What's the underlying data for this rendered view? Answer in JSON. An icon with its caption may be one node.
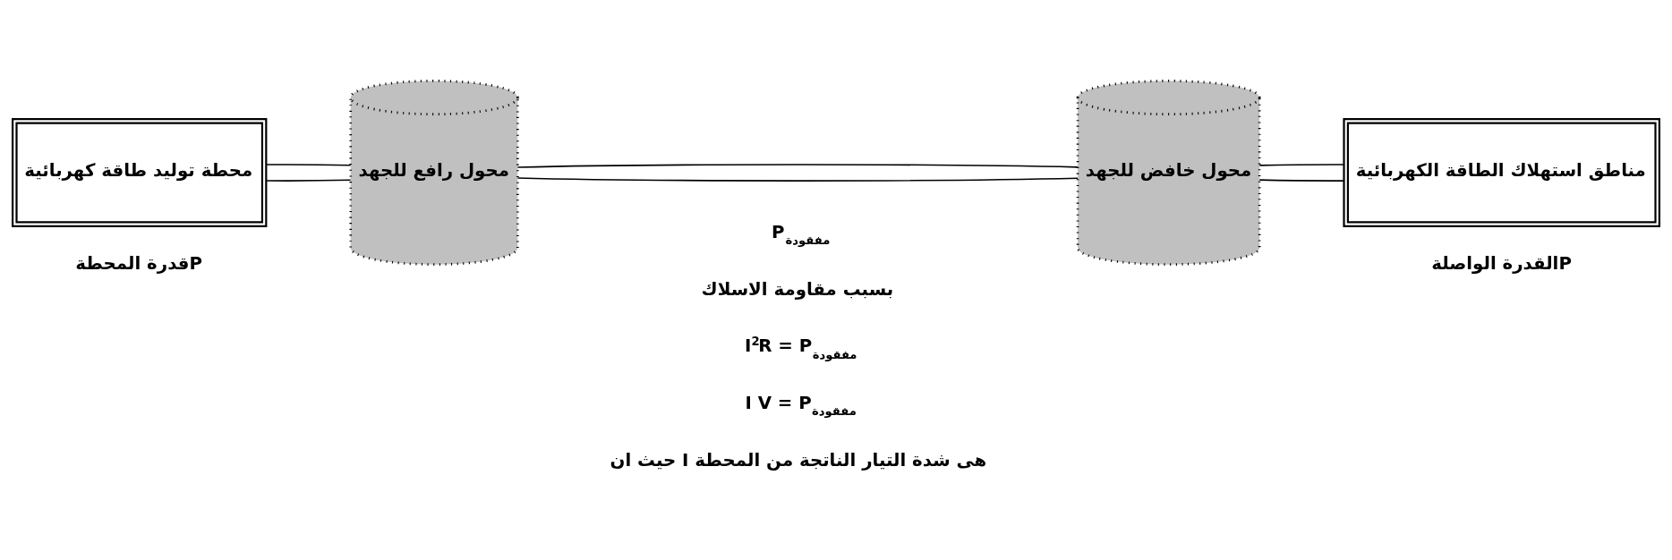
{
  "diagram": {
    "nodes": [
      {
        "text": [
          "محطة توليد طاقة كهربائية"
        ],
        "beside": [
          "قدرة المحطةP"
        ]
      },
      {
        "text": [
          "محول رافع للجهد"
        ]
      },
      {
        "text": [
          "محول خافض للجهد"
        ]
      },
      {
        "text": [
          "مناطق استهلاك الطاقة الكهربائية"
        ],
        "beside": [
          "القدرة الواصلةP"
        ]
      }
    ],
    "edges": [
      {
        "from": 0,
        "to": 1,
        "arrow": "none"
      },
      {
        "from": 0,
        "to": 1,
        "arrow": "none"
      },
      {
        "from": 1,
        "to": 2,
        "arrow": "none"
      },
      {
        "from": 1,
        "to": 2,
        "arrow": "none"
      },
      {
        "from": 2,
        "to": 3,
        "arrow": "none"
      },
      {
        "from": 2,
        "to": 3,
        "arrow": "none"
      }
    ],
    "labels": [
      "P$_{مفقودة}$",
      "بسبب مقاومة الاسلاك",
      "I$^{2}$R = P$_{مفقودة}$",
      "I V = P$_{مفقودة}$",
      "حيث ان I هى شدة التيار الناتجة من المحطة"
    ]
  }
}
